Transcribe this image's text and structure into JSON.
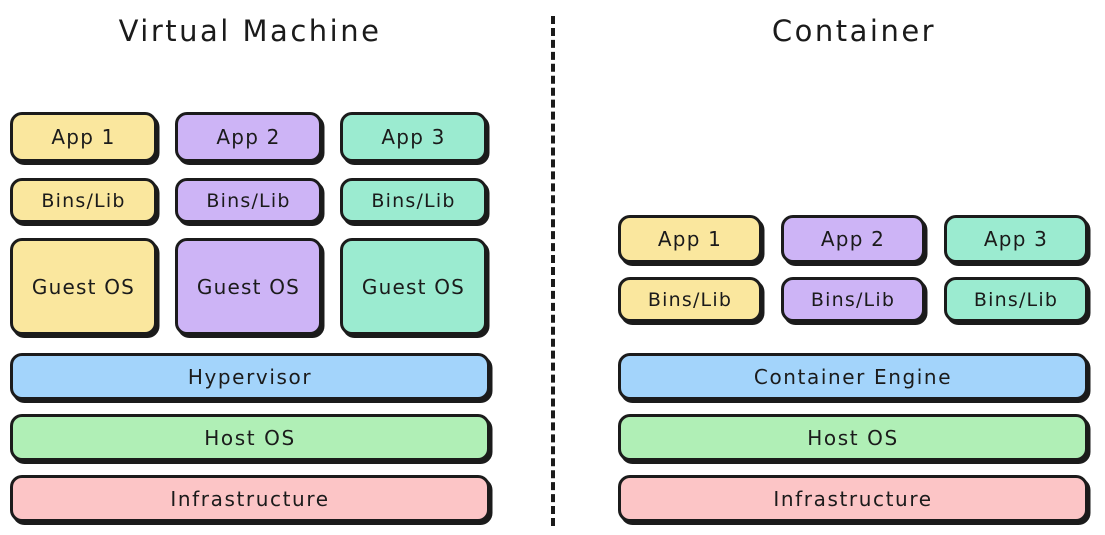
{
  "diagram": {
    "title_left": "Virtual Machine",
    "title_right": "Container",
    "divider": "vertical-dashed-separator",
    "colors": {
      "yellow": "#FAE79E",
      "purple": "#CDB4F6",
      "teal": "#9BEBD0",
      "blue": "#A3D4FB",
      "green": "#B0EFB6",
      "pink": "#FCC5C6",
      "stroke": "#1b1b1b",
      "text": "#1b1b1b",
      "background": "#ffffff"
    }
  },
  "vm": {
    "title": "Virtual Machine",
    "columns": [
      {
        "app": "App 1",
        "bins": "Bins/Lib",
        "guest": "Guest OS",
        "color": "yellow"
      },
      {
        "app": "App 2",
        "bins": "Bins/Lib",
        "guest": "Guest OS",
        "color": "purple"
      },
      {
        "app": "App 3",
        "bins": "Bins/Lib",
        "guest": "Guest OS",
        "color": "teal"
      }
    ],
    "layers": [
      {
        "label": "Hypervisor",
        "color": "blue"
      },
      {
        "label": "Host OS",
        "color": "green"
      },
      {
        "label": "Infrastructure",
        "color": "pink"
      }
    ]
  },
  "container": {
    "title": "Container",
    "columns": [
      {
        "app": "App 1",
        "bins": "Bins/Lib",
        "color": "yellow"
      },
      {
        "app": "App 2",
        "bins": "Bins/Lib",
        "color": "purple"
      },
      {
        "app": "App 3",
        "bins": "Bins/Lib",
        "color": "teal"
      }
    ],
    "layers": [
      {
        "label": "Container Engine",
        "color": "blue"
      },
      {
        "label": "Host OS",
        "color": "green"
      },
      {
        "label": "Infrastructure",
        "color": "pink"
      }
    ]
  }
}
